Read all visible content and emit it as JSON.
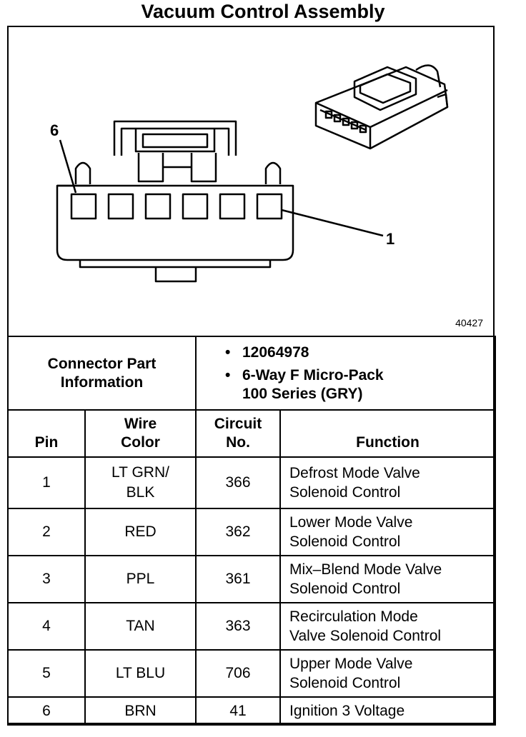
{
  "title": "Vacuum Control Assembly",
  "figure": {
    "number": "40427",
    "callout_left": "6",
    "callout_right": "1",
    "icon": "connector-drawing"
  },
  "connector_info": {
    "label_line1": "Connector Part",
    "label_line2": "Information",
    "bullet": "•",
    "item1": "12064978",
    "item2_line1": "6-Way F Micro-Pack",
    "item2_line2": "100 Series (GRY)"
  },
  "table": {
    "headers": {
      "pin": "Pin",
      "wire_color_line1": "Wire",
      "wire_color_line2": "Color",
      "circuit_line1": "Circuit",
      "circuit_line2": "No.",
      "function": "Function"
    },
    "rows": [
      {
        "pin": "1",
        "color_line1": "LT GRN/",
        "color_line2": "BLK",
        "circuit": "366",
        "function_line1": "Defrost Mode Valve",
        "function_line2": "Solenoid Control"
      },
      {
        "pin": "2",
        "color_line1": "RED",
        "color_line2": "",
        "circuit": "362",
        "function_line1": "Lower Mode Valve",
        "function_line2": "Solenoid Control"
      },
      {
        "pin": "3",
        "color_line1": "PPL",
        "color_line2": "",
        "circuit": "361",
        "function_line1": "Mix–Blend Mode Valve",
        "function_line2": "Solenoid Control"
      },
      {
        "pin": "4",
        "color_line1": "TAN",
        "color_line2": "",
        "circuit": "363",
        "function_line1": "Recirculation Mode",
        "function_line2": "Valve Solenoid Control"
      },
      {
        "pin": "5",
        "color_line1": "LT BLU",
        "color_line2": "",
        "circuit": "706",
        "function_line1": "Upper Mode Valve",
        "function_line2": "Solenoid Control"
      },
      {
        "pin": "6",
        "color_line1": "BRN",
        "color_line2": "",
        "circuit": "41",
        "function_line1": "Ignition 3 Voltage",
        "function_line2": ""
      }
    ]
  }
}
